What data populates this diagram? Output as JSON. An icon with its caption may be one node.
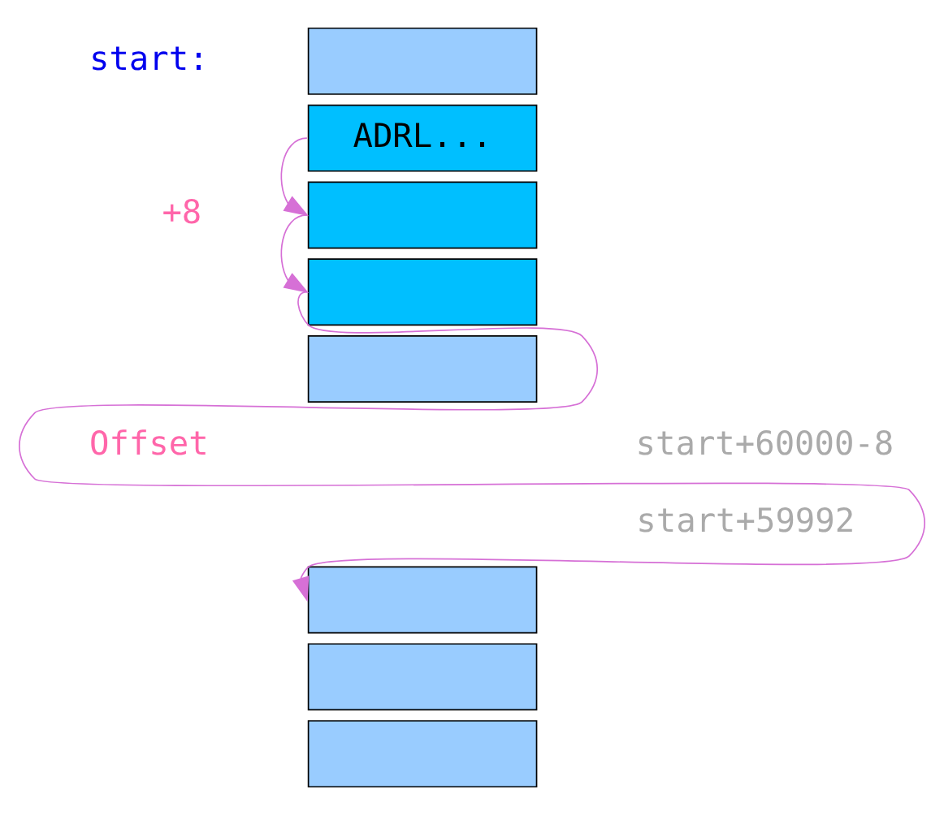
{
  "diagram": {
    "nodes": [
      {
        "text": [],
        "shape": "box",
        "beside": [
          "start:"
        ]
      },
      {
        "text": [
          "ADRL..."
        ]
      },
      {
        "text": [],
        "shape": "box"
      },
      {
        "text": [],
        "shape": "box"
      },
      {
        "text": [],
        "shape": "box"
      },
      {
        "text": [],
        "shape": "box"
      },
      {
        "text": [],
        "shape": "box"
      },
      {
        "text": [],
        "shape": "box"
      }
    ],
    "edges": [
      {
        "from": 1,
        "to": 2,
        "arrow": "to",
        "color": "#d670d6"
      },
      {
        "from": 2,
        "to": 3,
        "arrow": "to",
        "color": "#d670d6"
      },
      {
        "from": 3,
        "to": 5,
        "arrow": "to",
        "color": "#d670d6"
      }
    ],
    "labels": [
      "+8",
      "Offset",
      "start+60000-8",
      "start+59992"
    ]
  }
}
